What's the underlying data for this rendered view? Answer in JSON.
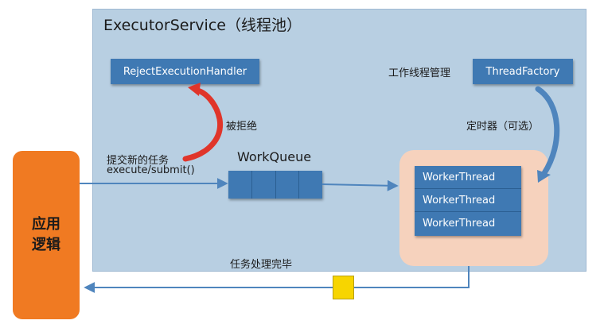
{
  "executor": {
    "title": "ExecutorService（线程池）"
  },
  "reject_handler": {
    "label": "RejectExecutionHandler"
  },
  "thread_factory": {
    "label": "ThreadFactory",
    "caption": "工作线程管理"
  },
  "labels": {
    "rejected": "被拒绝",
    "submit_line1": "提交新的任务",
    "submit_line2": "execute/submit()",
    "timer": "定时器（可选）",
    "completed": "任务处理完毕"
  },
  "work_queue": {
    "title": "WorkQueue",
    "slots": 4
  },
  "workers": [
    "WorkerThread",
    "WorkerThread",
    "WorkerThread"
  ],
  "app": {
    "line1": "应用",
    "line2": "逻辑"
  },
  "colors": {
    "container": "#b8cfe2",
    "component": "#3f79b3",
    "app": "#f07a22",
    "pool": "#f6d2bd",
    "reject_arrow": "#e0352a",
    "flow_arrow": "#4f85bd",
    "result": "#f7d500"
  }
}
